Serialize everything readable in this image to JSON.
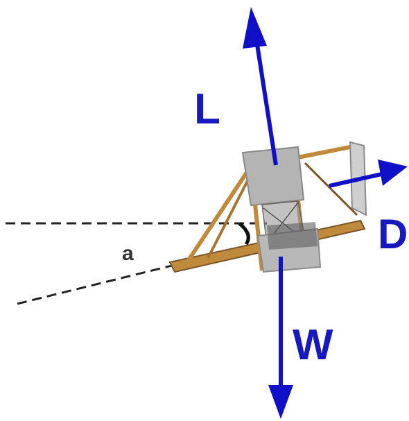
{
  "diagram": {
    "labels": {
      "lift": "L",
      "drag": "D",
      "weight": "W",
      "angle": "a"
    },
    "colors": {
      "background": "#ffffff",
      "force_arrow": "#1010c8",
      "force_label": "#1818c0",
      "reference_line": "#222222",
      "airframe_wood": "#c08a3c",
      "airframe_dark": "#7a5428",
      "wing_panel": "#b4b4b4",
      "angle_label": "#333333"
    },
    "elements": [
      "horizontal-reference-line",
      "flight-path-line",
      "glider-airframe",
      "lift-arrow",
      "drag-arrow",
      "weight-arrow",
      "angle-marker"
    ]
  }
}
